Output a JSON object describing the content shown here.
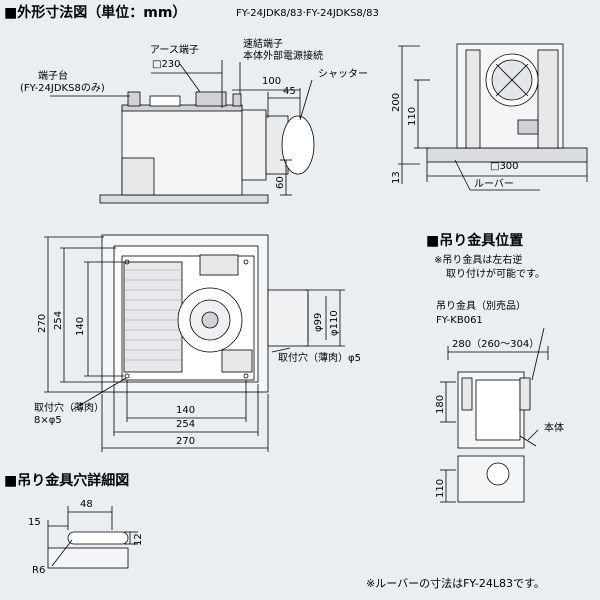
{
  "titles": {
    "main": "■外形寸法図（単位：mm）",
    "models": "FY-24JDK8/83·FY-24JDKS8/83",
    "hanger_position": "■吊り金具位置",
    "hanger_hole": "■吊り金具穴詳細図"
  },
  "labels": {
    "earth_terminal": "アース端子",
    "connector_terminal": "速結端子",
    "connector_terminal_note": "本体外部電源接続",
    "shutter": "シャッター",
    "terminal_block": "端子台",
    "terminal_block_note": "(FY-24JDKS8のみ)",
    "louver": "ルーバー",
    "mount_hole_right": "取付穴（薄肉）φ5",
    "mount_hole_left": "取付穴（薄肉）",
    "mount_hole_left_count": "8×φ5",
    "hanger_note_1": "※吊り金具は左右逆",
    "hanger_note_2": "取り付けが可能です。",
    "hanger_part": "吊り金具（別売品）",
    "hanger_model": "FY-KB061",
    "body": "本体",
    "footnote": "※ルーバーの寸法はFY-24L83です。"
  },
  "dimensions": {
    "top_sq230": "□230",
    "top_100": "100",
    "top_45": "45",
    "top_60": "60",
    "side_200": "200",
    "side_110": "110",
    "side_13": "13",
    "side_sq300": "□300",
    "plan_270_v": "270",
    "plan_254_v": "254",
    "plan_140_v": "140",
    "plan_140_h": "140",
    "plan_254_h": "254",
    "plan_270_h": "270",
    "duct_99": "φ99",
    "duct_110": "φ110",
    "hanger_280": "280（260～304）",
    "hanger_180": "180",
    "hanger_110": "110",
    "hole_48": "48",
    "hole_15": "15",
    "hole_12": "12",
    "hole_r6": "R6"
  }
}
